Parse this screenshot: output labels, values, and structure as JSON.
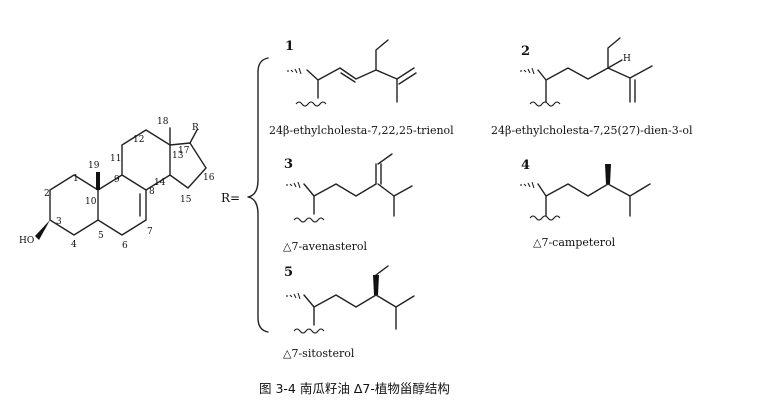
{
  "core": {
    "atom_numbers": [
      "1",
      "2",
      "3",
      "4",
      "5",
      "6",
      "7",
      "8",
      "9",
      "10",
      "11",
      "12",
      "13",
      "14",
      "15",
      "16",
      "17",
      "18",
      "19"
    ],
    "ho_label": "HO",
    "r_label": "R",
    "r_equals": "R="
  },
  "compounds": [
    {
      "number": "1",
      "name": "24β-ethylcholesta-7,22,25-trienol"
    },
    {
      "number": "2",
      "name": "24β-ethylcholesta-7,25(27)-dien-3-ol",
      "h_label": "H"
    },
    {
      "number": "3",
      "name": "△7-avenasterol"
    },
    {
      "number": "4",
      "name": "△7-campeterol"
    },
    {
      "number": "5",
      "name": "△7-sitosterol"
    }
  ],
  "caption": "图 3-4  南瓜籽油 Δ7-植物甾醇结构"
}
